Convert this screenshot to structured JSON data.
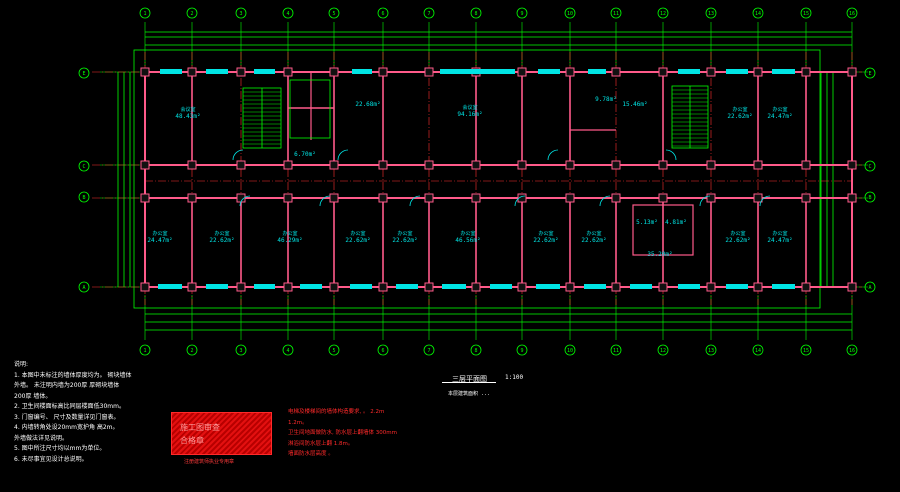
{
  "drawing": {
    "grid_axes_x": [
      "1",
      "2",
      "3",
      "4",
      "5",
      "6",
      "7",
      "8",
      "9",
      "10",
      "11",
      "12",
      "13",
      "14",
      "15",
      "16"
    ],
    "grid_axes_y": [
      "E",
      "C",
      "B",
      "A"
    ],
    "room_labels": [
      {
        "name": "会议室",
        "area": "48.43m²"
      },
      {
        "name": "",
        "area": "22.68m²"
      },
      {
        "name": "会议室",
        "area": "94.16m²"
      },
      {
        "name": "",
        "area": "9.78m²"
      },
      {
        "name": "",
        "area": "15.46m²"
      },
      {
        "name": "办公室",
        "area": "22.62m²"
      },
      {
        "name": "办公室",
        "area": "24.47m²"
      },
      {
        "name": "",
        "area": "6.70m²"
      },
      {
        "name": "办公室",
        "area": "24.47m²"
      },
      {
        "name": "办公室",
        "area": "22.62m²"
      },
      {
        "name": "办公室",
        "area": "46.29m²"
      },
      {
        "name": "办公室",
        "area": "22.62m²"
      },
      {
        "name": "办公室",
        "area": "22.62m²"
      },
      {
        "name": "办公室",
        "area": "46.56m²"
      },
      {
        "name": "办公室",
        "area": "22.62m²"
      },
      {
        "name": "办公室",
        "area": "22.62m²"
      },
      {
        "name": "",
        "area": "5.13m²"
      },
      {
        "name": "",
        "area": "4.81m²"
      },
      {
        "name": "",
        "area": "35.20m²"
      },
      {
        "name": "办公室",
        "area": "22.62m²"
      },
      {
        "name": "办公室",
        "area": "24.47m²"
      }
    ]
  },
  "notes": {
    "heading": "说明:",
    "lines": [
      "1. 本图中未标注的墙体厚度均为。 砌块墙体",
      "外墙。 未注明内墙为200厚 厚砌块墙体",
      "200厚 墙体。",
      "2. 卫生间楼面标高比同层楼面低30mm。",
      "3. 门窗编号、 尺寸及数量详见门窗表。",
      "4. 内墙转角处设20mm宽护角 高2m。",
      "外墙做法详见说明。",
      "5. 图中所注尺寸均以mm为单位。",
      "6. 未尽事宜见设计总说明。"
    ]
  },
  "stamp": {
    "line1": "施工图审查",
    "line2": "合格章",
    "caption": "注册建筑师执业专用章"
  },
  "red_note": {
    "lines": [
      "电梯及楼梯间的墙体构造要求, 。 2.2m",
      "1.2m。",
      "卫生间地面做防水, 防水层上翻墙体 300mm",
      "淋浴间防水层上翻 1.8m。",
      "墙面防水层高度 。"
    ]
  },
  "title_block": {
    "title": "三层平面图",
    "scale": "1:100",
    "area_note": "本层建筑面积 ..."
  }
}
